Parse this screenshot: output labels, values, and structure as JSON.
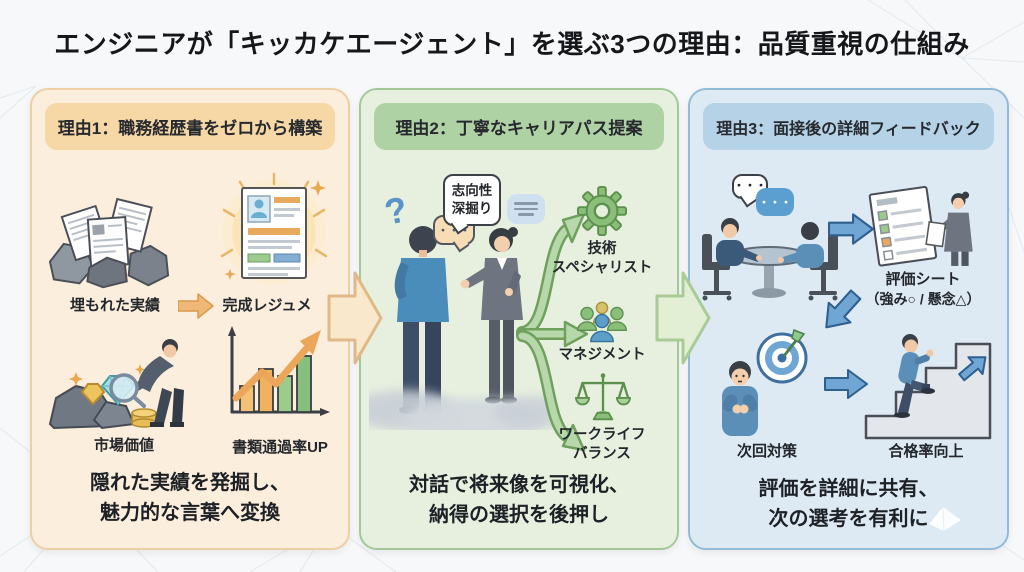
{
  "title": "エンジニアが「キッカケエージェント」を選ぶ3つの理由：品質重視の仕組み",
  "panel1": {
    "header": "理由1：職務経歴書をゼロから構築",
    "label_buried": "埋もれた実績",
    "label_resume": "完成レジュメ",
    "label_market": "市場価値",
    "label_pass_rate": "書類通過率UP",
    "summary_line1": "隠れた実績を発掘し、",
    "summary_line2": "魅力的な言葉へ変換"
  },
  "panel2": {
    "header": "理由2：丁寧なキャリアパス提案",
    "question_mark": "?",
    "bubble_dots": "・・・",
    "bubble_line1": "志向性",
    "bubble_line2": "深掘り",
    "career_path1_line1": "技術",
    "career_path1_line2": "スペシャリスト",
    "career_path2": "マネジメント",
    "career_path3_line1": "ワークライフ",
    "career_path3_line2": "バランス",
    "summary_line1": "対話で将来像を可視化、",
    "summary_line2": "納得の選択を後押し"
  },
  "panel3": {
    "header": "理由3：面接後の詳細フィードバック",
    "bubble_dots_dark": "・・・",
    "bubble_dots_light": "・・・",
    "sheet_label_line1": "評価シート",
    "sheet_label_line2": "（強み○ / 懸念△）",
    "label_next": "次回対策",
    "label_pass": "合格率向上",
    "summary_line1": "評価を詳細に共有、",
    "summary_line2": "次の選考を有利に"
  },
  "colors": {
    "panel1_bg": "#fbeedd",
    "panel1_border": "#ecd0a4",
    "panel1_chip": "#f6d7a6",
    "panel2_bg": "#e7f0df",
    "panel2_border": "#a3c999",
    "panel2_chip": "#afd2a4",
    "panel3_bg": "#ddeaf4",
    "panel3_border": "#92bbd8",
    "panel3_chip": "#b5d2e7",
    "arrow1_fill": "#fae8cd",
    "arrow1_border": "#dfb988",
    "arrow2_fill": "#e2efd5",
    "arrow2_border": "#a9cc96",
    "orange_accent": "#e8a95c",
    "green_accent": "#84b873",
    "blue_accent": "#5e97c6"
  }
}
